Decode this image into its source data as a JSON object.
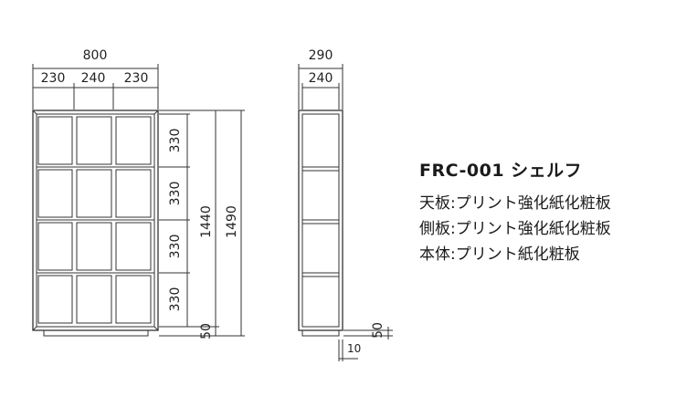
{
  "front_view": {
    "overall_width": "800",
    "column_widths": [
      "230",
      "240",
      "230"
    ],
    "shelf_heights": [
      "330",
      "330",
      "330",
      "330"
    ],
    "inner_height": "1440",
    "overall_height": "1490",
    "base_height": "50"
  },
  "side_view": {
    "overall_depth": "290",
    "inner_depth": "240",
    "base_height": "50",
    "base_offset": "10"
  },
  "spec": {
    "title": "FRC-001 シェルフ",
    "lines": [
      {
        "part": "天板",
        "material": "プリント強化紙化粧板"
      },
      {
        "part": "側板",
        "material": "プリント強化紙化粧板"
      },
      {
        "part": "本体",
        "material": "プリント紙化粧板"
      }
    ]
  }
}
